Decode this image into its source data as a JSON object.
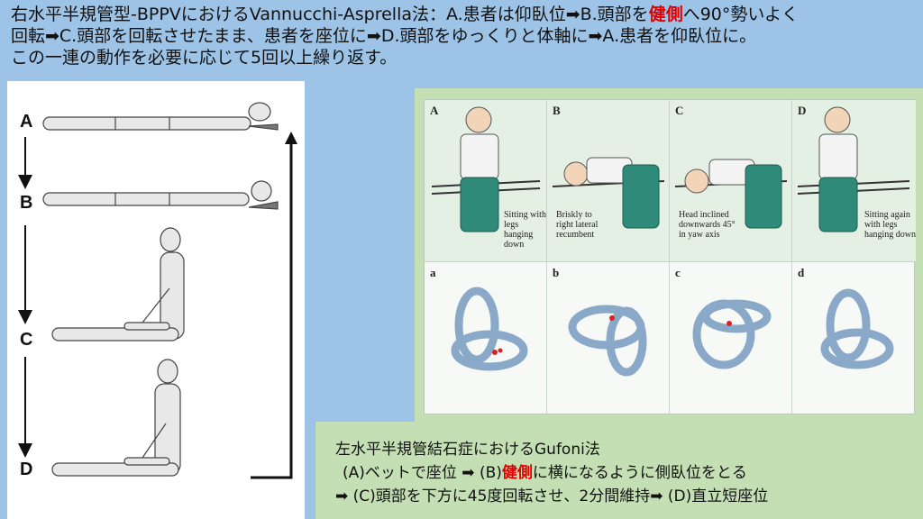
{
  "heading": {
    "line1_a": "右水平半規管型-BPPVにおけるVannucchi-Asprella法：A.患者は仰臥位➡B.頭部を",
    "line1_red": "健側",
    "line1_b": "へ90°勢いよく",
    "line2": "回転➡C.頭部を回転させたまま、患者を座位に➡D.頭部をゆっくりと体軸に➡A.患者を仰臥位に。",
    "line3": "この一連の動作を必要に応じて5回以上繰り返す。"
  },
  "left_figure": {
    "labels": [
      "A",
      "B",
      "C",
      "D"
    ]
  },
  "right_figure": {
    "top_labels": [
      "A",
      "B",
      "C",
      "D"
    ],
    "bottom_labels": [
      "a",
      "b",
      "c",
      "d"
    ],
    "captions": [
      [
        "Sitting with",
        "legs hanging",
        "down"
      ],
      [
        "Briskly to",
        "right lateral",
        "recumbent"
      ],
      [
        "Head inclined",
        "downwards 45°",
        "in yaw axis"
      ],
      [
        "Sitting again",
        "with legs",
        "hanging down"
      ]
    ]
  },
  "gufoni": {
    "title": "左水平半規管結石症におけるGufoni法",
    "line2_a": "(A)ベットで座位 ➡ (B)",
    "line2_red": "健側",
    "line2_b": "に横になるように側臥位をとる",
    "line3": "➡ (C)頭部を下方に45度回転させ、2分間維持➡ (D)直立短座位"
  },
  "colors": {
    "background": "#9dc3e6",
    "panel_green": "#c5dfb4",
    "highlight_red": "#e00000"
  }
}
